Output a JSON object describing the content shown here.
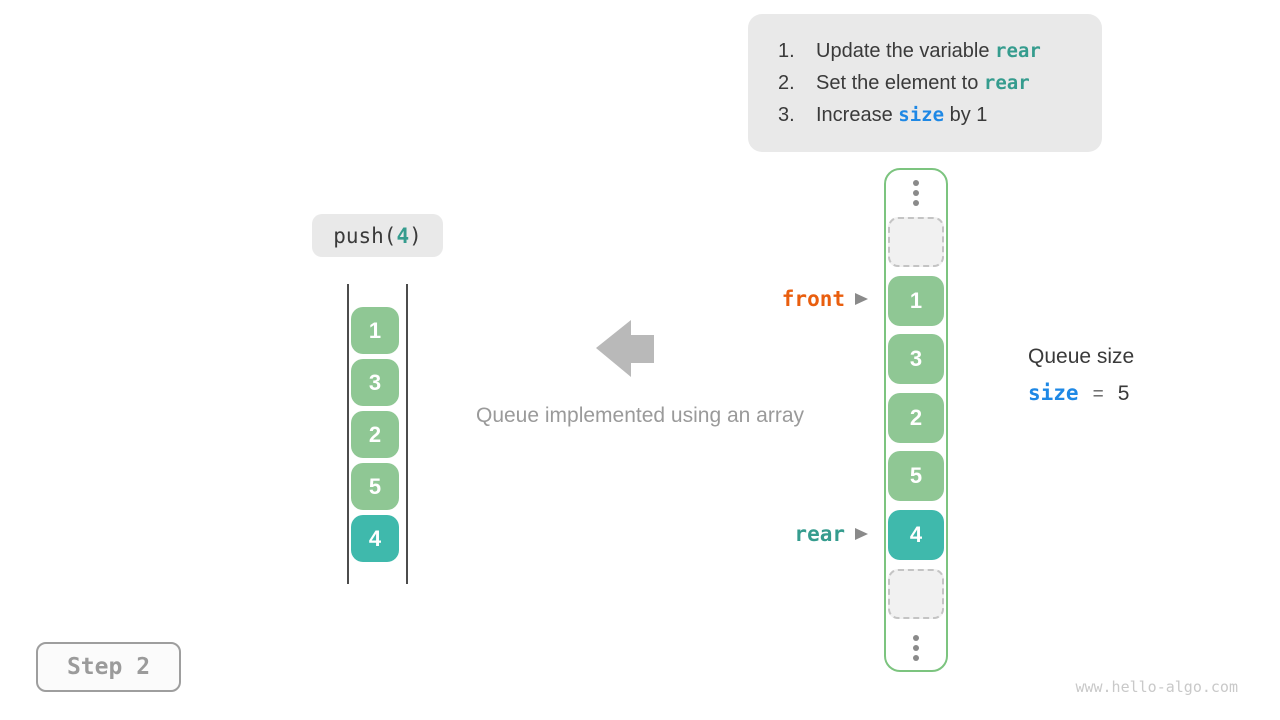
{
  "instructions": {
    "items": [
      {
        "number": "1.",
        "pre": "Update the variable ",
        "code": "rear",
        "post": ""
      },
      {
        "number": "2.",
        "pre": "Set the element to ",
        "code": "rear",
        "post": ""
      },
      {
        "number": "3.",
        "pre": "Increase ",
        "code": "size",
        "post": " by 1"
      }
    ]
  },
  "operation": {
    "func": "push(",
    "arg": "4",
    "close": ")"
  },
  "left_stack": {
    "values": [
      "1",
      "3",
      "2",
      "5",
      "4"
    ],
    "highlight_index": 4
  },
  "middle": {
    "caption": "Queue implemented using an array"
  },
  "array": {
    "cells": [
      {
        "type": "dots"
      },
      {
        "type": "empty"
      },
      {
        "type": "value",
        "value": "1",
        "pointer": "front"
      },
      {
        "type": "value",
        "value": "3"
      },
      {
        "type": "value",
        "value": "2"
      },
      {
        "type": "value",
        "value": "5"
      },
      {
        "type": "value",
        "value": "4",
        "highlight": true,
        "pointer": "rear"
      },
      {
        "type": "empty"
      },
      {
        "type": "dots"
      }
    ],
    "front_label": "front",
    "rear_label": "rear"
  },
  "queue_size": {
    "title": "Queue size",
    "var": "size",
    "equals": "=",
    "value": "5"
  },
  "step": {
    "label": "Step 2"
  },
  "watermark": "www.hello-algo.com",
  "colors": {
    "code_teal": "#359c8e",
    "code_blue": "#1e88e5",
    "front_orange": "#e95e0e",
    "cell_green": "#8fc794",
    "cell_teal": "#3fb9ac",
    "array_border_green": "#7cc47f",
    "instruction_bg": "#e9e9e9",
    "gray_arrow": "#b9b9b9"
  }
}
